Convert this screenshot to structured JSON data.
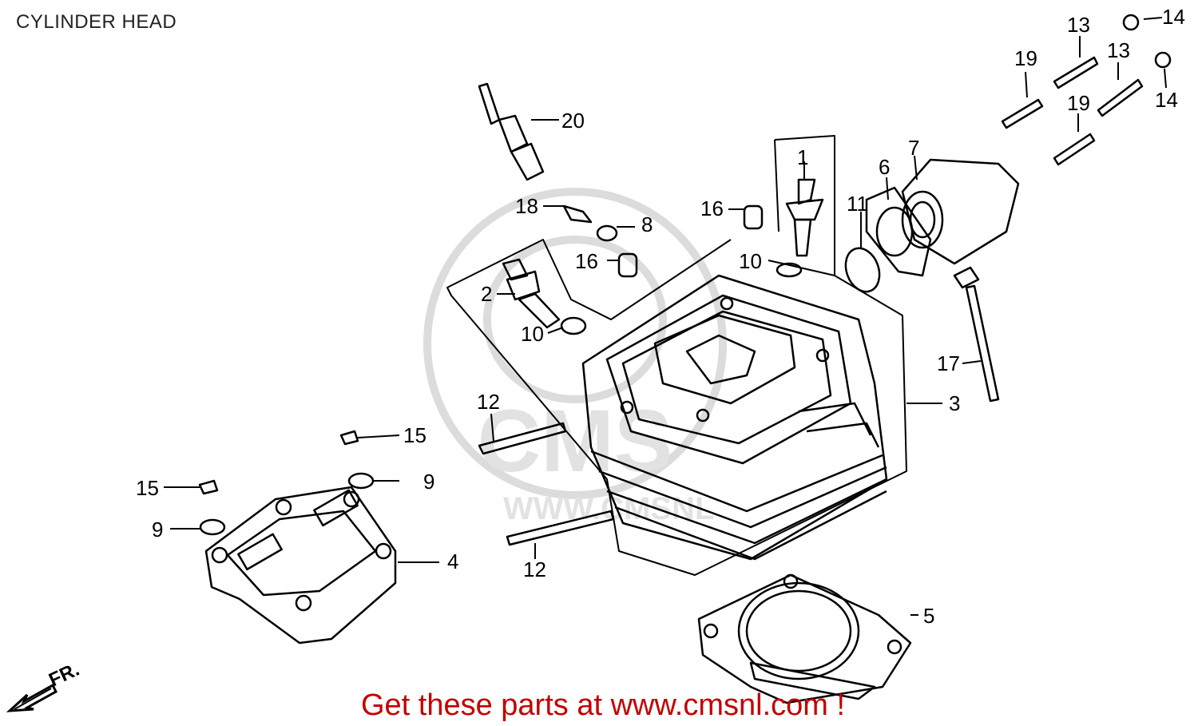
{
  "page": {
    "title": "CYLINDER HEAD"
  },
  "watermark": {
    "text": "CMS",
    "url_text": "WWW.CMSNL"
  },
  "direction": {
    "label": "FR."
  },
  "callouts": [
    "1",
    "2",
    "3",
    "4",
    "5",
    "6",
    "7",
    "8",
    "9",
    "9",
    "10",
    "10",
    "11",
    "12",
    "12",
    "13",
    "13",
    "14",
    "14",
    "15",
    "15",
    "16",
    "16",
    "17",
    "18",
    "19",
    "19",
    "20"
  ],
  "footer": {
    "text": "Get these parts at www.cmsnl.com !"
  },
  "colors": {
    "ink": "#000000",
    "watermark": "#d8d8d8",
    "footer": "#c40000"
  }
}
